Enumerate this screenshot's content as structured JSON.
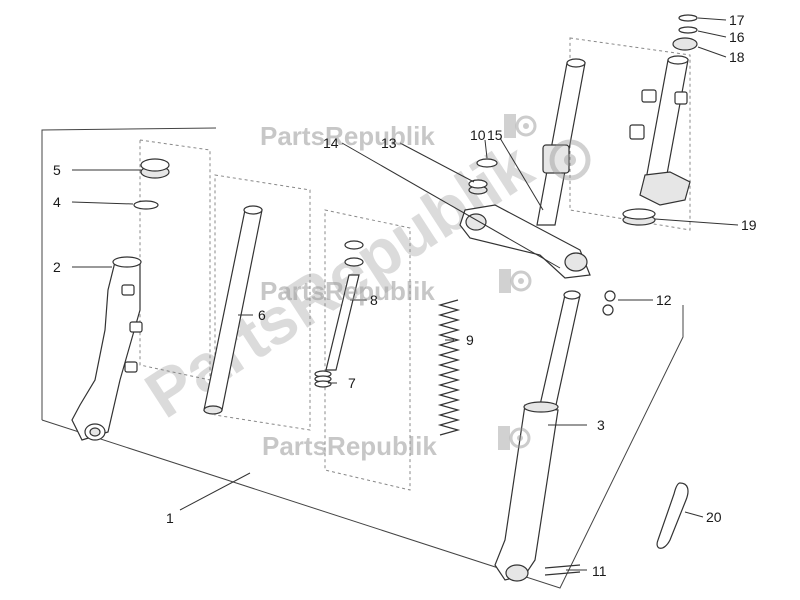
{
  "diagram": {
    "watermark": "PartsRepublik",
    "callouts": {
      "c1": "1",
      "c2": "2",
      "c3": "3",
      "c4": "4",
      "c5": "5",
      "c6": "6",
      "c7": "7",
      "c8": "8",
      "c9": "9",
      "c10": "10",
      "c11": "11",
      "c12": "12",
      "c13": "13",
      "c14": "14",
      "c15": "15",
      "c16": "16",
      "c17": "17",
      "c18": "18",
      "c19": "19",
      "c20": "20"
    }
  }
}
